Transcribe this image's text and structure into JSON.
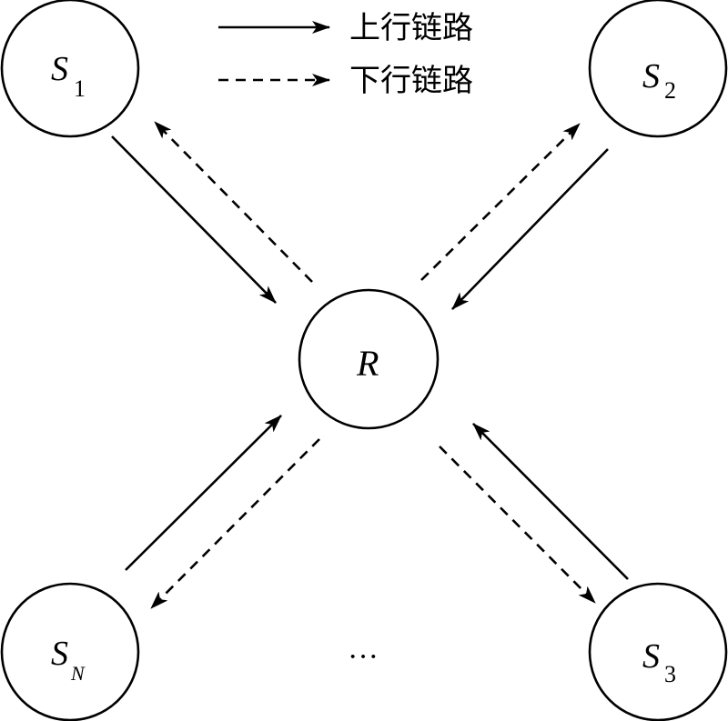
{
  "legend": {
    "uplink_label": "上行链路",
    "downlink_label": "下行链路"
  },
  "nodes": {
    "s1": {
      "main": "S",
      "sub": "1"
    },
    "s2": {
      "main": "S",
      "sub": "2"
    },
    "s3": {
      "main": "S",
      "sub": "3"
    },
    "sn": {
      "main": "S",
      "sub": "N"
    },
    "relay": {
      "main": "R"
    }
  },
  "ellipsis": "···",
  "colors": {
    "stroke": "#000000",
    "background": "#ffffff"
  }
}
